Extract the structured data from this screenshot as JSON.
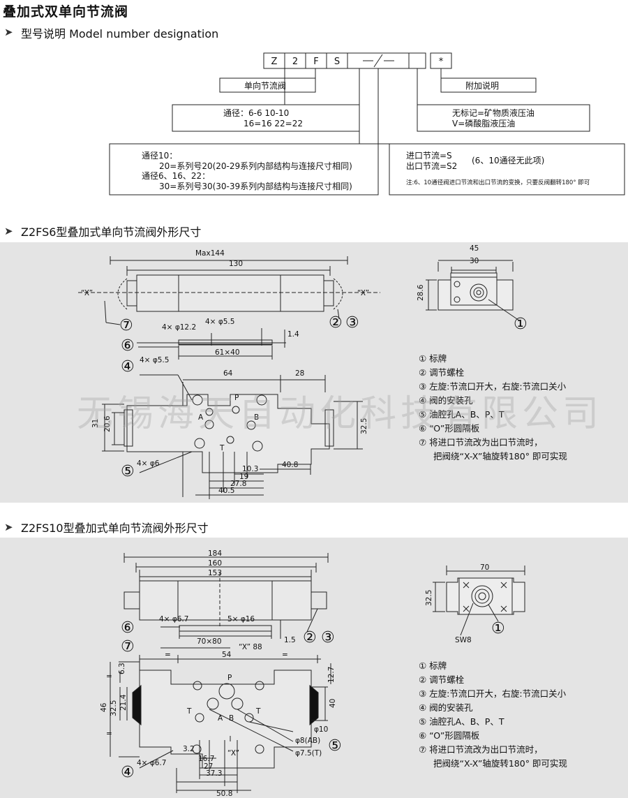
{
  "title": "叠加式双单向节流阀",
  "designation": {
    "heading": "型号说明   Model number designation",
    "code_cells": [
      "Z",
      "2",
      "F",
      "S",
      "",
      "/",
      "",
      "*"
    ],
    "single_throttle": "单向节流阀",
    "extra_note": "附加说明",
    "bore_lines": [
      "通径：6-6      10-10",
      "16=16     22=22"
    ],
    "fluid_lines": [
      "无标记=矿物质液压油",
      "V=磷酸脂液压油"
    ],
    "series_lines": [
      "通径10：",
      "20=系列号20(20-29系列内部结构与连接尺寸相同)",
      "通径6、16、22：",
      "30=系列号30(30-39系列内部结构与连接尺寸相同)"
    ],
    "throttle_lines": [
      "进口节流=S",
      "出口节流=S2"
    ],
    "throttle_note": "(6、10通径无此项)",
    "footnote": "注:6、10通径阀进口节流和出口节流的变换，只要反阀翻转180°  即可"
  },
  "z2fs6": {
    "heading": "Z2FS6型叠加式单向节流阀外形尺寸",
    "dims": {
      "max144": "Max144",
      "d130": "130",
      "d45": "45",
      "d30": "30",
      "d28_6": "28.6",
      "x_left": "“X”",
      "x_right": "“X”",
      "holes_12": "4× φ12.2",
      "holes_55a": "4× φ5.5",
      "d61x40": "61×40",
      "d1_4": "1.4",
      "holes_55b": "4× φ5.5",
      "d64": "64",
      "d28": "28",
      "d31": "31",
      "d20_6": "20.6",
      "d32_5": "32.5",
      "holes_6": "4× φ6",
      "d10_3": "10.3",
      "d19": "19",
      "d27_8": "27.8",
      "d40_5": "40.5",
      "d40_8": "40.8",
      "P": "P",
      "A": "A",
      "B": "B",
      "T": "T"
    },
    "callouts": [
      "①",
      "②",
      "③",
      "④",
      "⑤",
      "⑥",
      "⑦"
    ],
    "legend": [
      "① 标牌",
      "② 调节螺栓",
      "③ 左旋:节流口开大，右旋:节流口关小",
      "④ 阀的安装孔",
      "⑤ 油腔孔A、B、P、T",
      "⑥ “O”形圆隔板",
      "⑦ 将进口节流改为出口节流时，",
      "把阀绕“X-X”轴旋转180°  即可实现"
    ],
    "watermark": "无锡海天自动化科技有限公司"
  },
  "z2fs10": {
    "heading": "Z2FS10型叠加式单向节流阀外形尺寸",
    "dims": {
      "d184": "184",
      "d160": "160",
      "d153": "153",
      "d70": "70",
      "d32_5": "32.5",
      "sw8": "SW8",
      "holes_67a": "4× φ6.7",
      "holes_16": "5× φ16",
      "d70x80": "70×80",
      "x88": "“X” 88",
      "d1_5": "1.5",
      "eq1": "=",
      "d54": "54",
      "eq2": "=",
      "d6_3": "6.3",
      "d12_7": "12.7",
      "d46": "46",
      "d32_5b": "32.5",
      "d21_4": "21.4",
      "d40": "40",
      "eq3": "=",
      "eq4": "=",
      "phi10": "φ10",
      "phi8": "φ8(AB)",
      "phi75": "φ7.5(T)",
      "holes_67b": "4× φ6.7",
      "d3_2": "3.2",
      "d16_7": "16.7",
      "d27": "27",
      "d37_3": "37.3",
      "d50_8": "50.8",
      "xmark": "“X”",
      "P": "P",
      "A": "A",
      "B": "B",
      "T1": "T",
      "T2": "T"
    },
    "callouts": [
      "①",
      "②",
      "③",
      "④",
      "⑤",
      "⑥",
      "⑦"
    ],
    "legend": [
      "① 标牌",
      "② 调节螺栓",
      "③ 左旋:节流口开大，右旋:节流口关小",
      "④ 阀的安装孔",
      "⑤ 油腔孔A、B、P、T",
      "⑥ “O”形圆隔板",
      "⑦ 将进口节流改为出口节流时，",
      "把阀绕“X-X”轴旋转180°  即可实现"
    ]
  }
}
